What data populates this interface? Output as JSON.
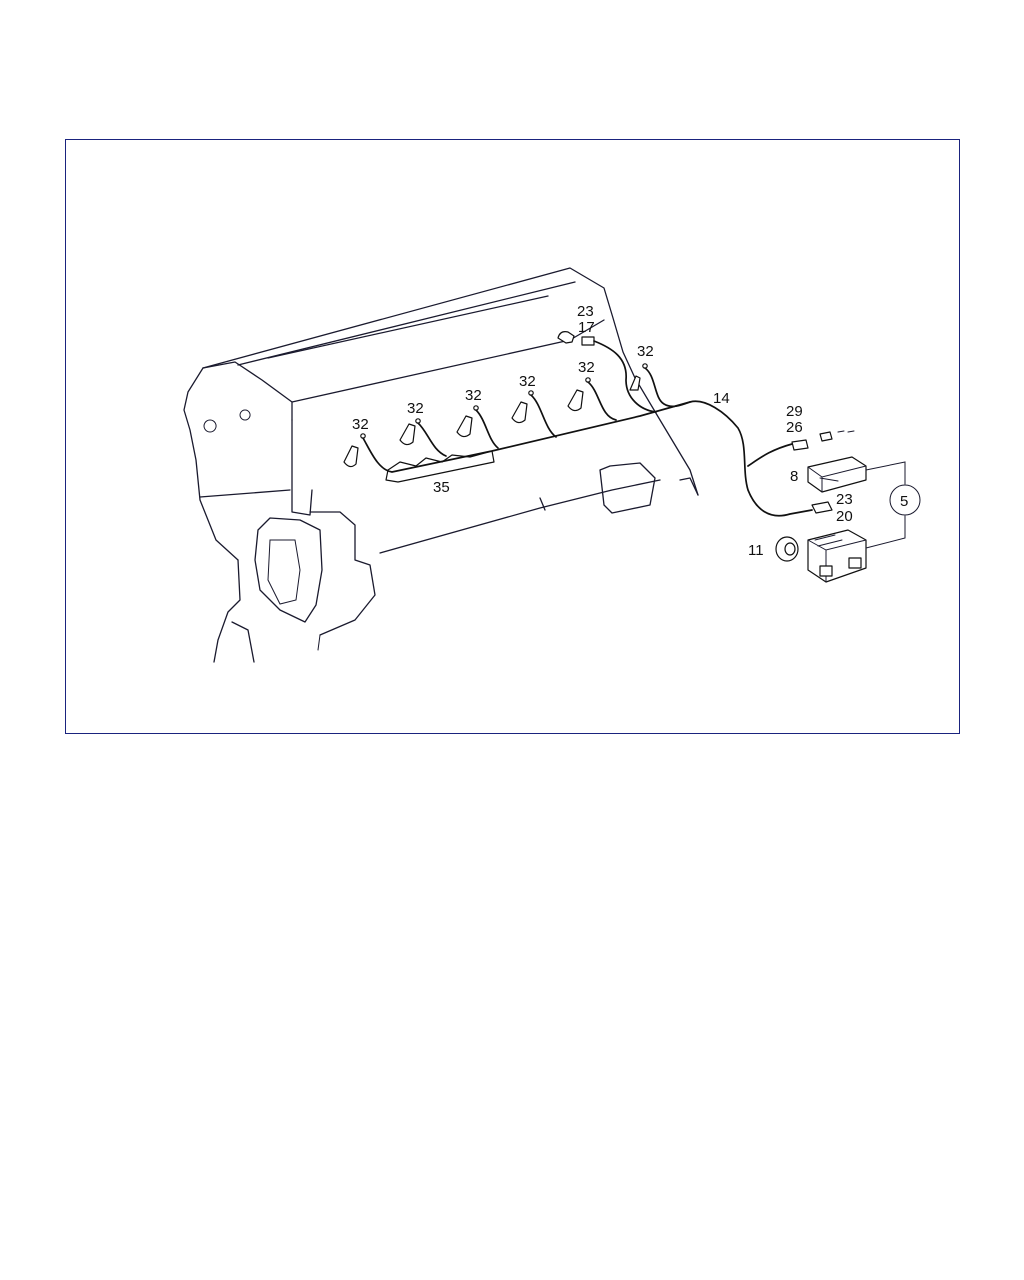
{
  "diagram": {
    "callouts": {
      "plug_1": "32",
      "plug_2": "32",
      "plug_3": "32",
      "plug_4": "32",
      "plug_5": "32",
      "plug_6": "32",
      "connector_top_a": "23",
      "connector_top_b": "17",
      "harness": "14",
      "holder_rail": "35",
      "relay_plug_a": "29",
      "relay_plug_b": "26",
      "relay_cover": "8",
      "unit_plug_a": "23",
      "unit_plug_b": "20",
      "grommet": "11",
      "control_unit": "5"
    }
  }
}
